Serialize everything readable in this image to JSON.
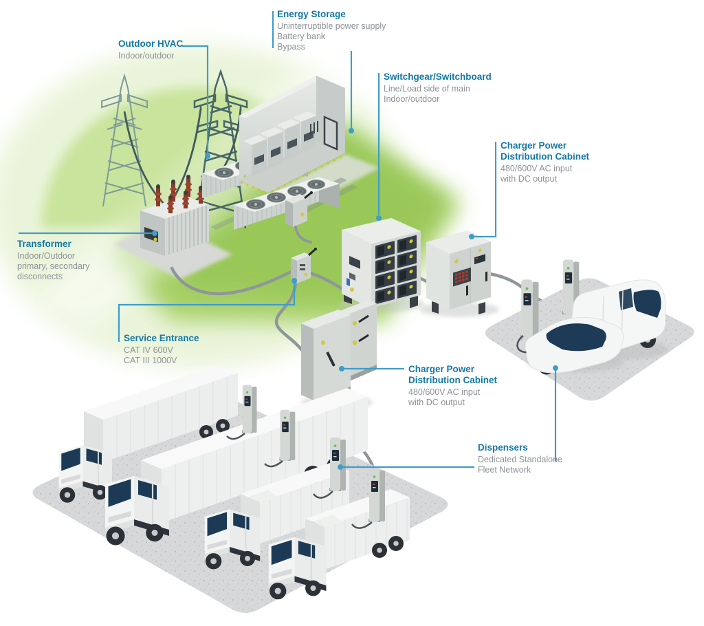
{
  "colors": {
    "accent_blue": "#1478a7",
    "leader_blue": "#3f9dc9",
    "body_gray": "#8d9297",
    "field_green": "#a8d169",
    "pad_gray": "#d6d8d9"
  },
  "labels": {
    "energy_storage": {
      "title": "Energy Storage",
      "line1": "Uninterruptible power supply",
      "line2": "Battery bank",
      "line3": "Bypass"
    },
    "outdoor_hvac": {
      "title": "Outdoor HVAC",
      "line1": "Indoor/outdoor"
    },
    "switchgear": {
      "title": "Switchgear/Switchboard",
      "line1": "Line/Load side of main",
      "line2": "Indoor/outdoor"
    },
    "charger_pdc_right": {
      "title": "Charger Power Distribution Cabinet",
      "line1": "480/600V AC input",
      "line2": "with DC output"
    },
    "transformer": {
      "title": "Transformer",
      "line1": "Indoor/Outdoor",
      "line2": "primary, secondary",
      "line3": "disconnects"
    },
    "service_entrance": {
      "title": "Service Entrance",
      "line1": "CAT IV 600V",
      "line2": "CAT III 1000V"
    },
    "charger_pdc_mid": {
      "title": "Charger Power Distribution Cabinet",
      "line1": "480/600V AC input",
      "line2": "with DC output"
    },
    "dispensers": {
      "title": "Dispensers",
      "line1": "Dedicated Standalone",
      "line2": "Fleet Network"
    }
  }
}
